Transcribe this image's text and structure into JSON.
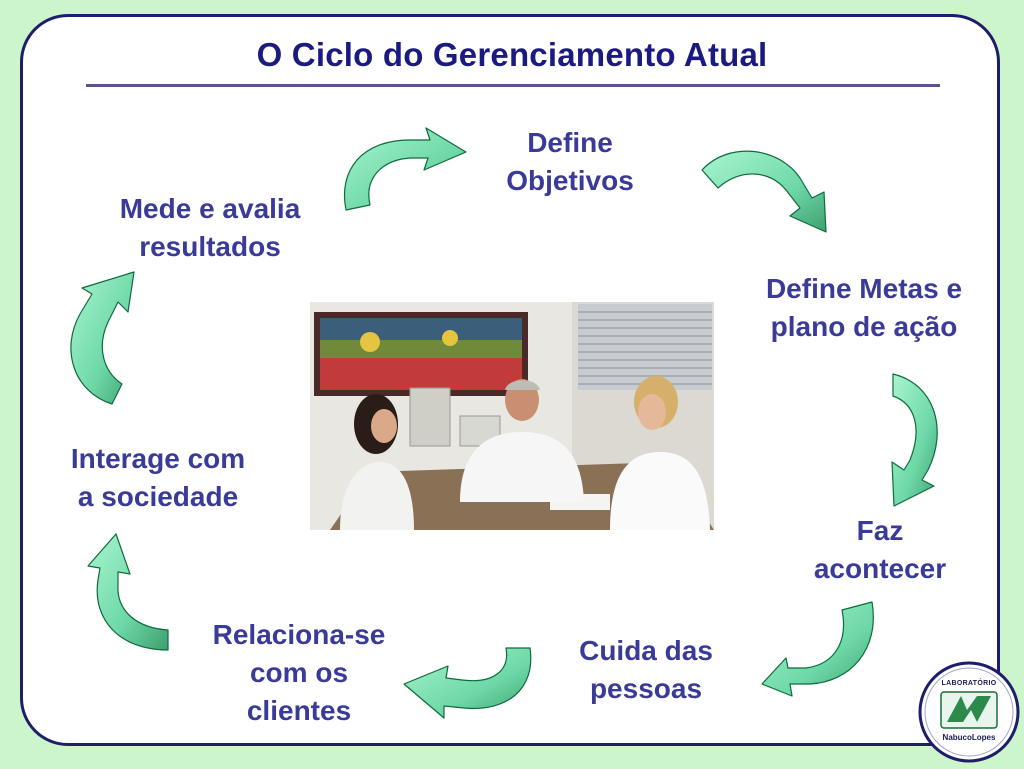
{
  "title": "O Ciclo do Gerenciamento Atual",
  "steps": {
    "define_objetivos": [
      "Define",
      "Objetivos"
    ],
    "define_metas": [
      "Define Metas e",
      "plano de ação"
    ],
    "faz_acontecer": [
      "Faz",
      "acontecer"
    ],
    "cuida_pessoas": [
      "Cuida das",
      "pessoas"
    ],
    "relaciona_clientes": [
      "Relaciona-se",
      "com os",
      "clientes"
    ],
    "interage_sociedade": [
      "Interage com",
      "a sociedade"
    ],
    "mede_avalia": [
      "Mede e avalia",
      "resultados"
    ]
  },
  "logo": {
    "top": "LABORATÓRIO",
    "bottom": "NabucoLopes"
  },
  "colors": {
    "title": "#1a1a80",
    "step_text": "#3a3a99",
    "arrow_fill": "#78e0b0",
    "arrow_stroke": "#0f6b3a",
    "background": "#ccf5cc"
  }
}
